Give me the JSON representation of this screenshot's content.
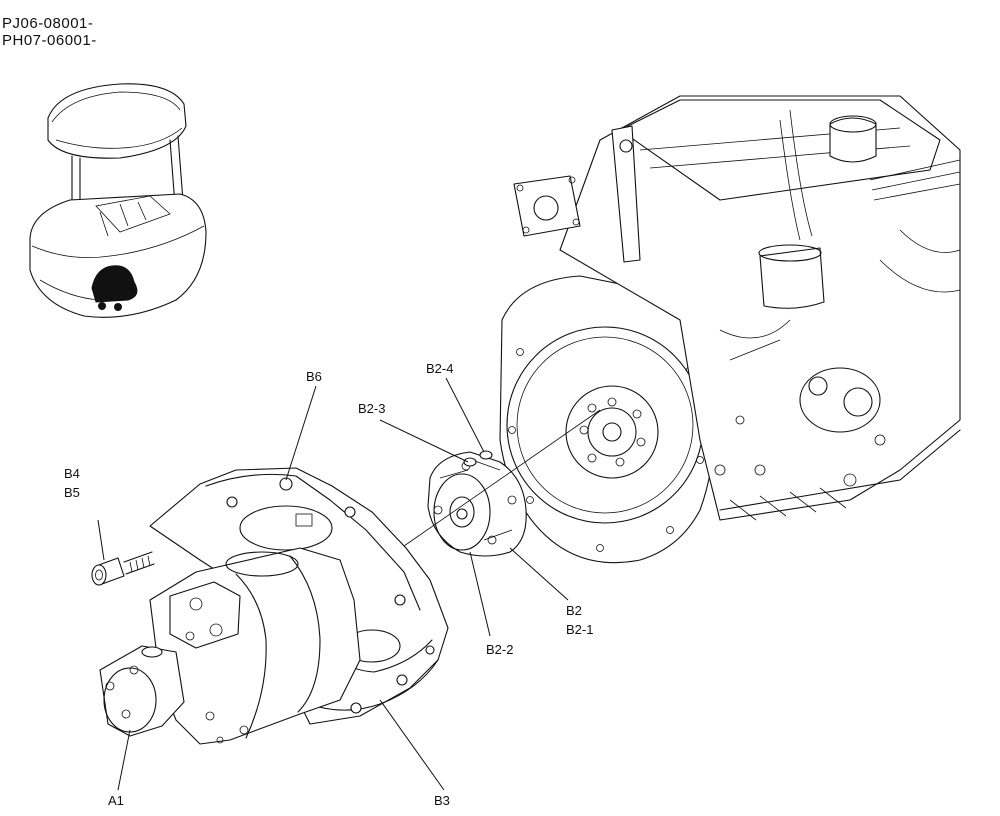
{
  "header": {
    "serial_ranges": [
      "PJ06-08001-",
      "PH07-06001-"
    ]
  },
  "callouts": {
    "b6": "B6",
    "b2_4": "B2-4",
    "b2_3": "B2-3",
    "b4": "B4",
    "b5": "B5",
    "b2": "B2",
    "b2_1": "B2-1",
    "b2_2": "B2-2",
    "a1": "A1",
    "b3": "B3"
  }
}
